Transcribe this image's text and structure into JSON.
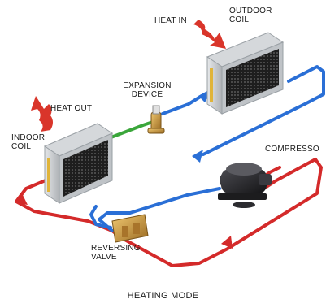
{
  "labels": {
    "heat_in": "HEAT IN",
    "outdoor_coil_line1": "OUTDOOR",
    "outdoor_coil_line2": "COIL",
    "expansion_line1": "EXPANSION",
    "expansion_line2": "DEVICE",
    "heat_out": "HEAT OUT",
    "indoor_coil_line1": "INDOOR",
    "indoor_coil_line2": "COIL",
    "compressor": "COMPRESSO",
    "reversing_line1": "REVERSING",
    "reversing_line2": "VALVE",
    "caption": "HEATING MODE"
  },
  "colors": {
    "hot_line": "#d42a2a",
    "cold_line": "#2a6fd6",
    "liquid_line": "#3aa63a",
    "heat_arrow": "#d9352a",
    "coil_frame": "#c9ccd0",
    "coil_mesh": "#2b2b2b",
    "compressor_body": "#2a2a2e",
    "valve_brass": "#c8963c"
  },
  "icons": [
    "heat-in-arrow-icon",
    "heat-out-arrow-icon",
    "flow-arrow-icon",
    "outdoor-coil-icon",
    "indoor-coil-icon",
    "expansion-valve-icon",
    "compressor-icon",
    "reversing-valve-icon"
  ]
}
